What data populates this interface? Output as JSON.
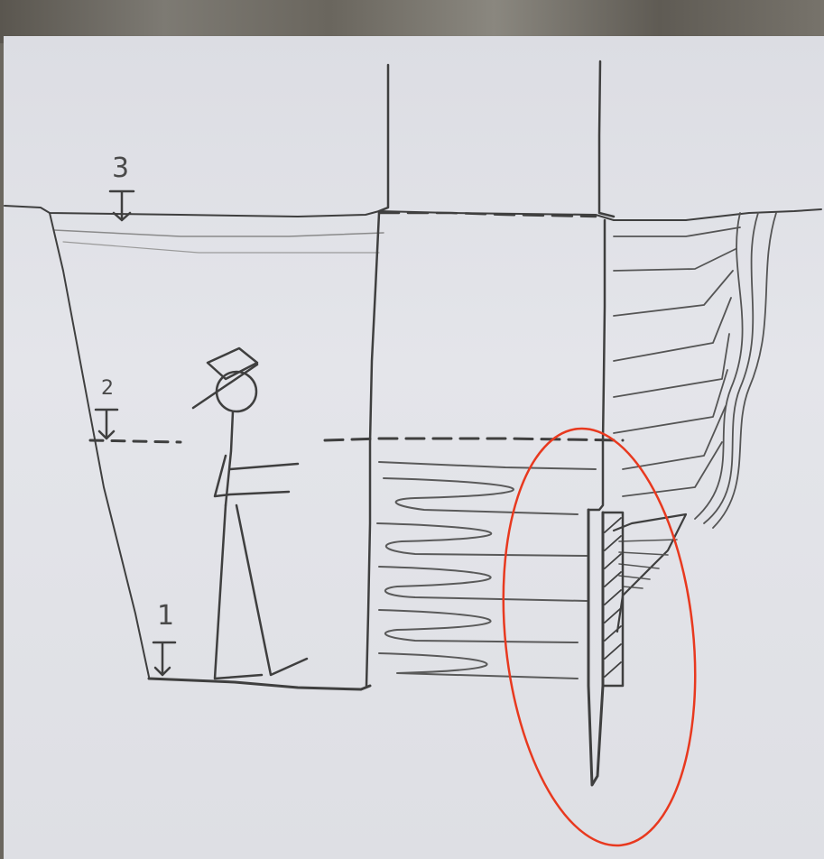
{
  "labels": {
    "level_1": "1",
    "level_2": "2",
    "level_3": "3"
  },
  "colors": {
    "pencil": "#3c3c3c",
    "pencil_light": "#6e6e6e",
    "highlight": "#e8391f",
    "paper": "#e1e2e7"
  }
}
